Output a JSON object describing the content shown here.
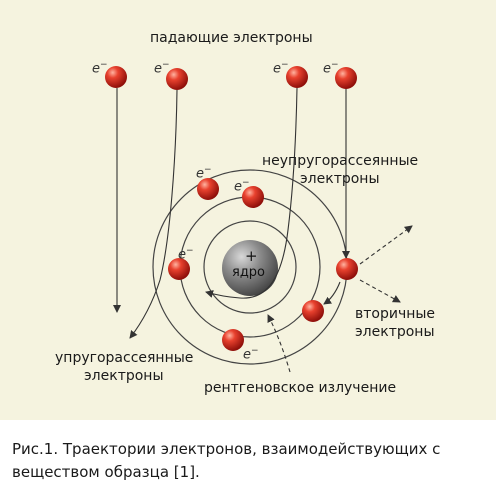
{
  "labels": {
    "incident": "падающие электроны",
    "inelastic_1": "неупругорассеянные",
    "inelastic_2": "электроны",
    "secondary_1": "вторичные",
    "secondary_2": "электроны",
    "elastic_1": "упругорассеянные",
    "elastic_2": "электроны",
    "xray": "рентгеновское излучение",
    "nucleus_plus": "+",
    "nucleus": "ядро"
  },
  "electron_symbol": "e",
  "electron_charge": "−",
  "caption": "Рис.1. Траектории электронов, взаимодействующих с веществом образца [1].",
  "colors": {
    "background": "#f5f3df",
    "electron": "#d8261c",
    "nucleus": "#7a7a7a",
    "lines": "#333333"
  }
}
